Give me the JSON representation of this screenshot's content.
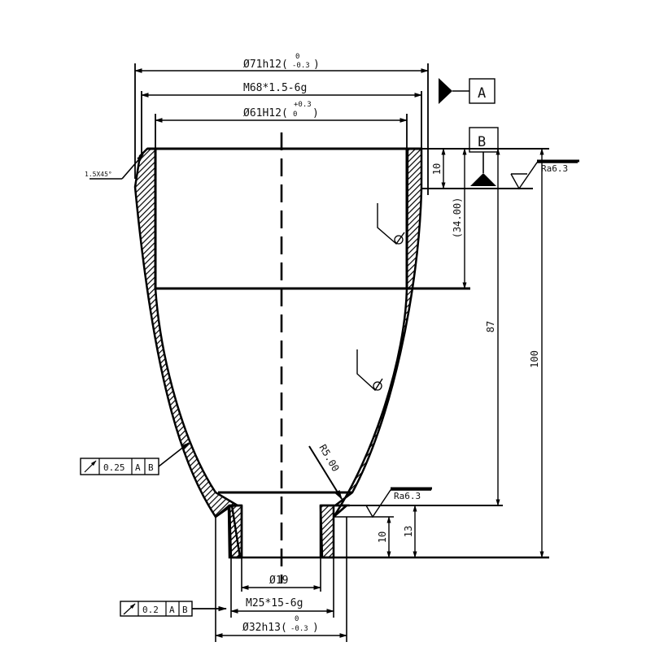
{
  "dims": {
    "d71": "Ø71h12(",
    "d71_up": "0",
    "d71_lo": "-0.3",
    "d71_close": ")",
    "m68": "M68*1.5-6g",
    "d61": "Ø61H12(",
    "d61_up": "+0.3",
    "d61_lo": "0",
    "d61_close": ")",
    "chamfer": "1.5X45°",
    "h10_top": "10",
    "h34": "(34.00)",
    "h87": "87",
    "h100": "100",
    "r5": "R5.00",
    "h10_bot": "10",
    "h13": "13",
    "d19": "Ø19",
    "m25": "M25*15-6g",
    "d32": "Ø32h13(",
    "d32_up": "0",
    "d32_lo": "-0.3",
    "d32_close": ")"
  },
  "datums": {
    "a": "A",
    "b": "B"
  },
  "surface": {
    "top": "Ra6.3",
    "bottom": "Ra6.3"
  },
  "tolerance_1": {
    "symbol": "runout-arrow-icon",
    "value": "0.25",
    "ref_a": "A",
    "ref_b": "B"
  },
  "tolerance_2": {
    "symbol": "runout-arrow-icon",
    "value": "0.2",
    "ref_a": "A",
    "ref_b": "B"
  }
}
